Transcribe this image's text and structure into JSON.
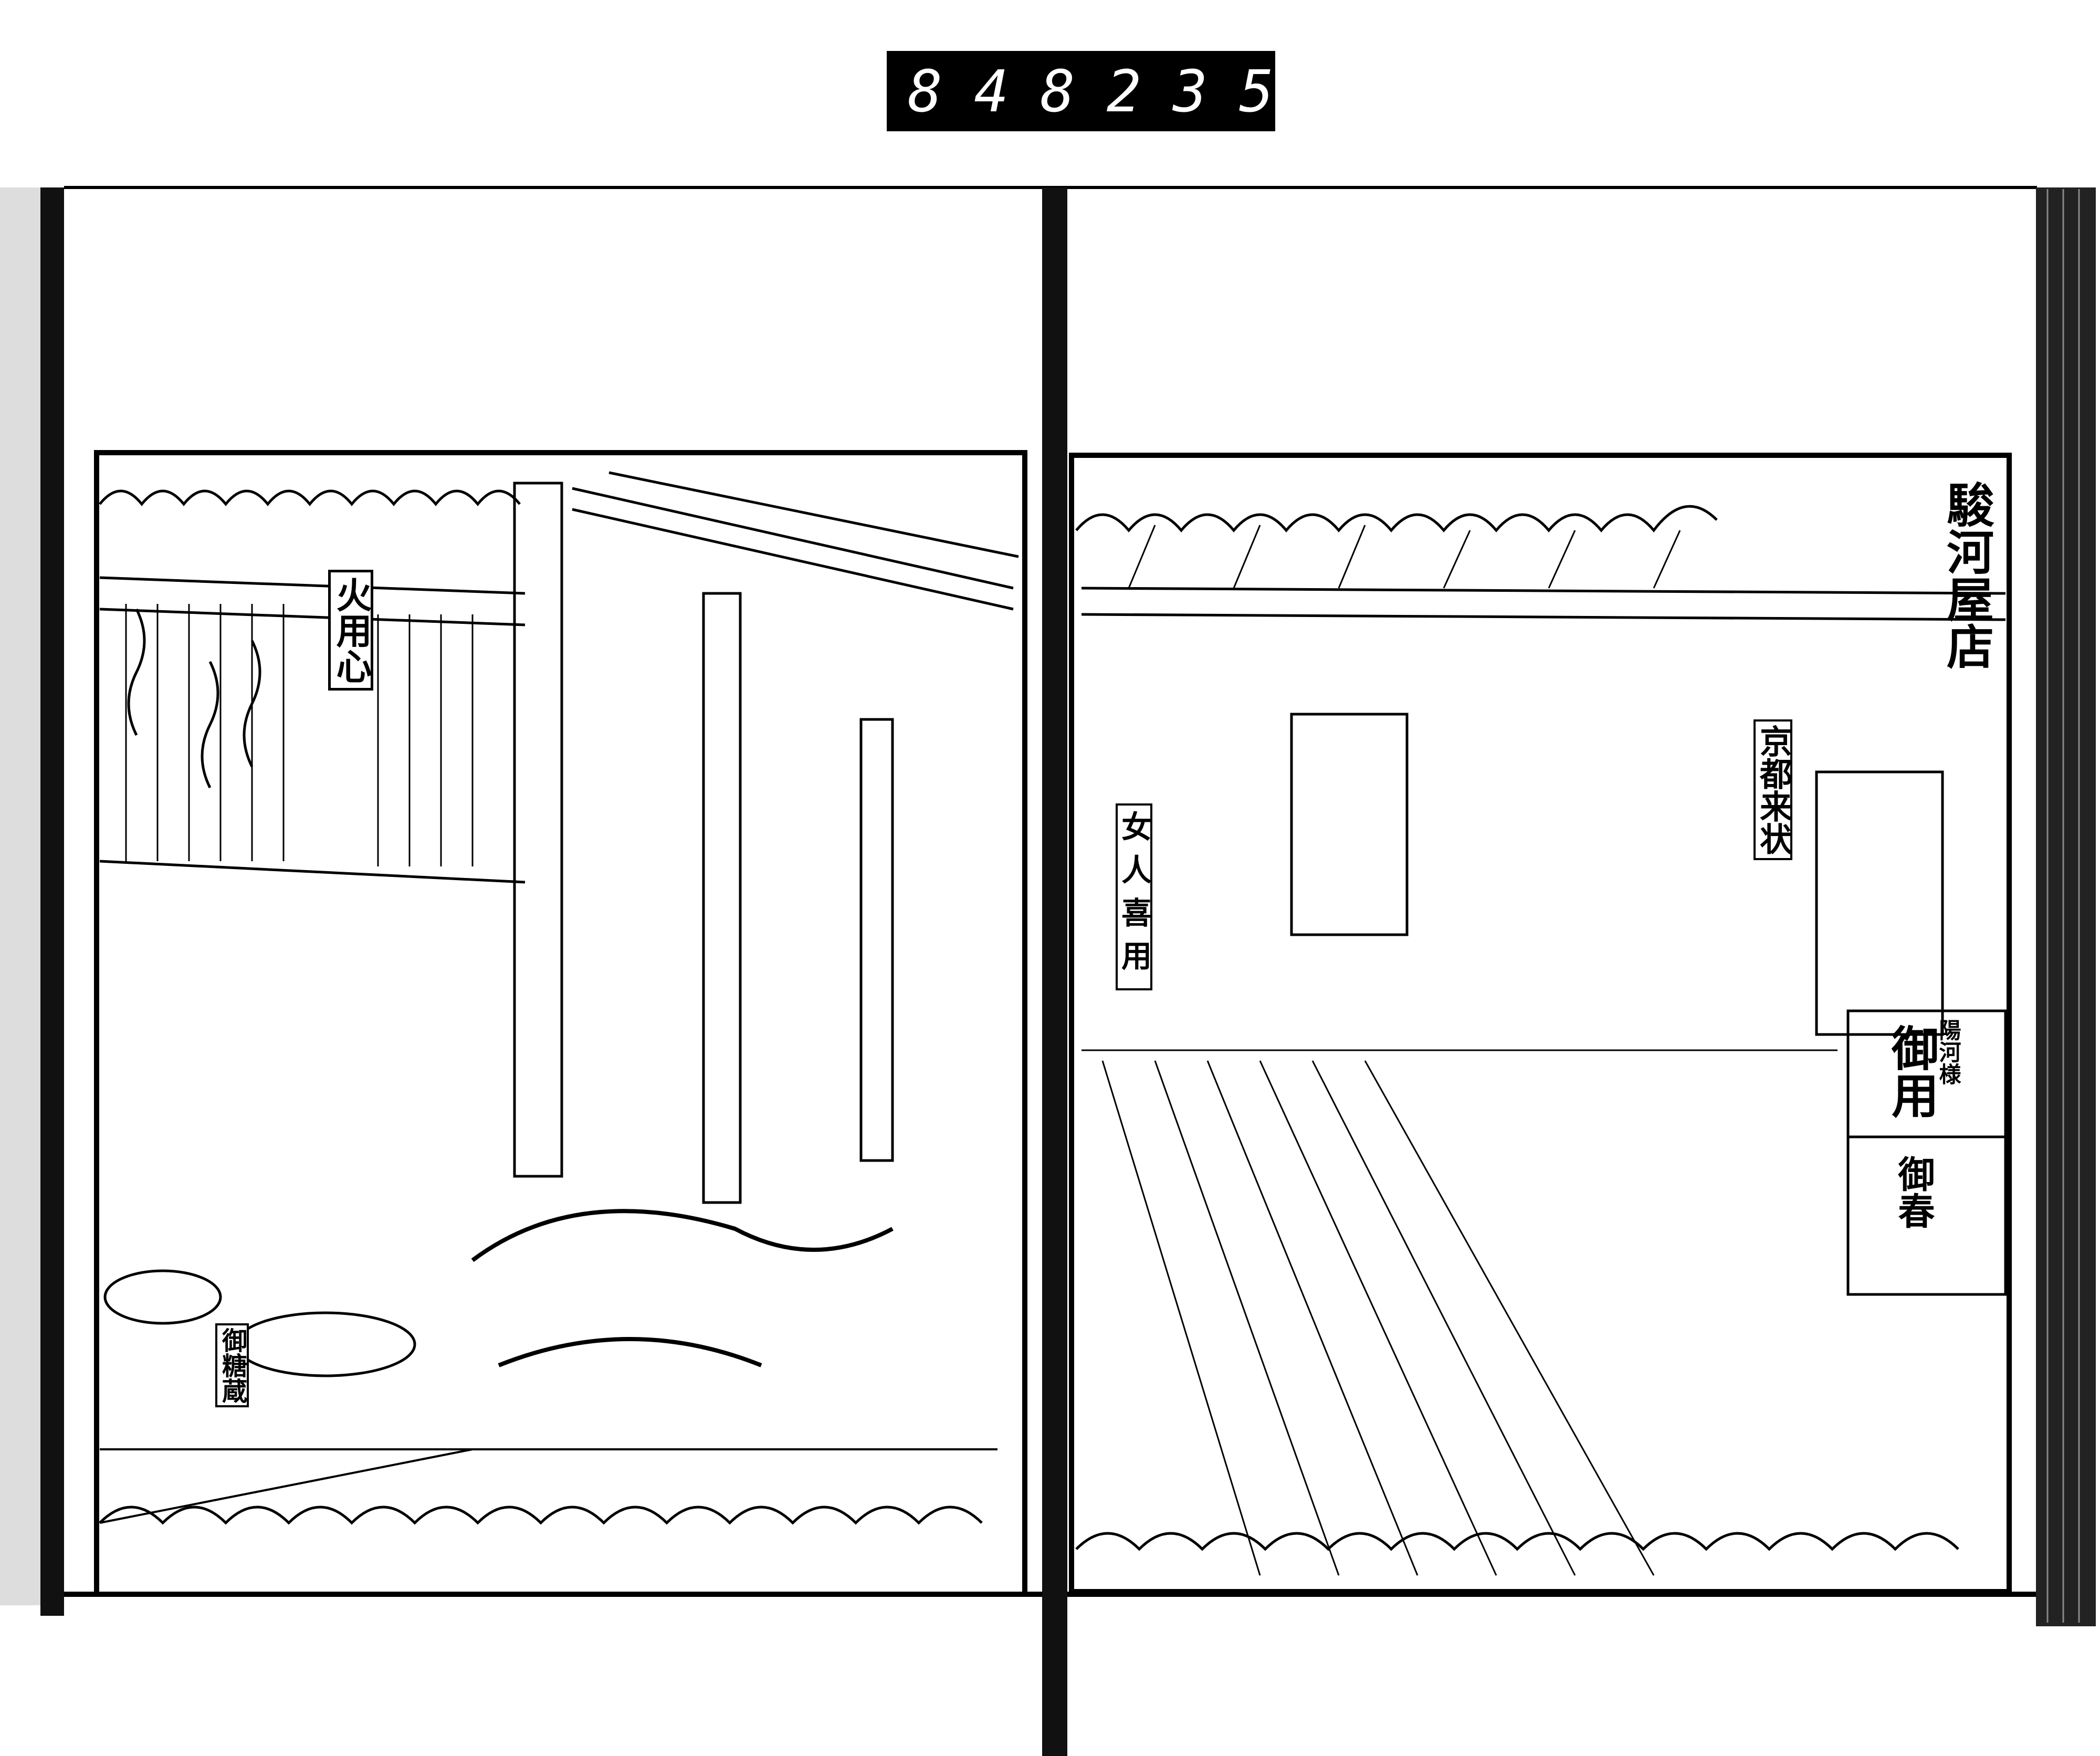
{
  "catalog_label": {
    "left_number": "848",
    "right_number": "235."
  },
  "left_page": {
    "signs": {
      "fire_caution": "火用心",
      "storehouse": "御糖蔵"
    }
  },
  "right_page": {
    "caption": "駿河屋店",
    "signs": {
      "kyoto_letter": "京都来状",
      "women": "女人喜用",
      "patron_small": "陽河様",
      "patron_large": "御用",
      "lower_sign": "御春"
    }
  }
}
